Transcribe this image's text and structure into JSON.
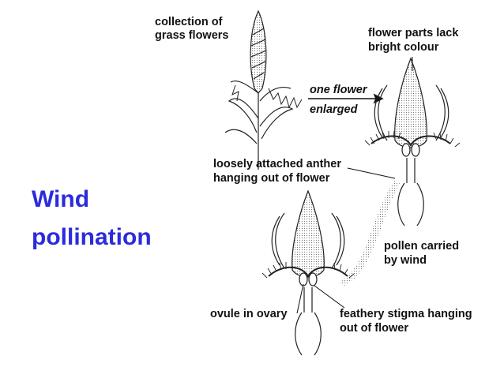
{
  "title": {
    "line1": "Wind",
    "line2": "pollination"
  },
  "labels": {
    "collection_line1": "collection of",
    "collection_line2": "grass flowers",
    "one_flower": "one flower",
    "enlarged": "enlarged",
    "parts_line1": "flower parts lack",
    "parts_line2": "bright colour",
    "anther_line1": "loosely attached anther",
    "anther_line2": "hanging out of flower",
    "pollen_line1": "pollen carried",
    "pollen_line2": "by wind",
    "ovule": "ovule in ovary",
    "stigma_line1": "feathery stigma hanging",
    "stigma_line2": "out of flower"
  },
  "colors": {
    "title": "#2b2bdc",
    "text": "#111111",
    "stipple": "#bdbdbd"
  }
}
